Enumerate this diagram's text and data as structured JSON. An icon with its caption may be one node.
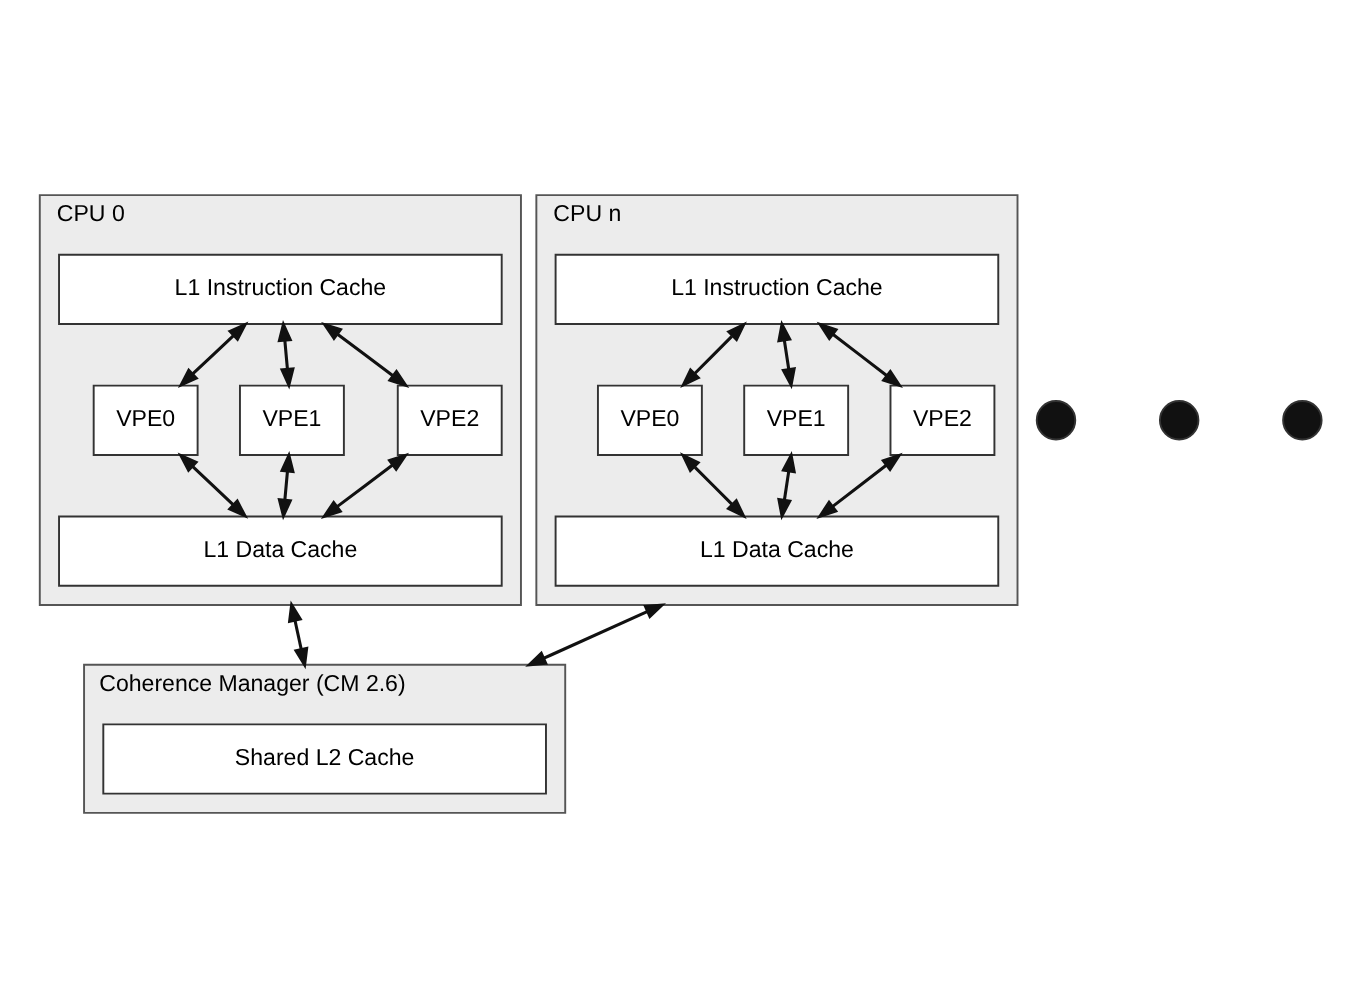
{
  "diagram": {
    "nodes": [
      {
        "text": [
          "CPU 0"
        ]
      },
      {
        "text": [
          "L1 Instruction Cache"
        ],
        "in": 0
      },
      {
        "text": [
          "VPE0"
        ],
        "in": 0
      },
      {
        "text": [
          "VPE1"
        ],
        "in": 0
      },
      {
        "text": [
          "VPE2"
        ],
        "in": 0
      },
      {
        "text": [
          "L1 Data Cache"
        ],
        "in": 0
      },
      {
        "text": [],
        "shape": "circle"
      },
      {
        "text": [],
        "shape": "circle"
      },
      {
        "text": [],
        "shape": "circle"
      },
      {
        "text": [
          "CPU n"
        ]
      },
      {
        "text": [
          "L1 Instruction Cache"
        ],
        "in": 9
      },
      {
        "text": [
          "VPE0"
        ],
        "in": 9
      },
      {
        "text": [
          "VPE1"
        ],
        "in": 9
      },
      {
        "text": [
          "VPE2"
        ],
        "in": 9
      },
      {
        "text": [
          "L1 Data Cache"
        ],
        "in": 9
      },
      {
        "text": [
          "Coherence Manager (CM 2.6)"
        ]
      },
      {
        "text": [
          "Shared L2 Cache"
        ],
        "in": 15
      }
    ],
    "edges": [
      {
        "from": 1,
        "to": 2,
        "arrow": "both"
      },
      {
        "from": 1,
        "to": 3,
        "arrow": "both"
      },
      {
        "from": 1,
        "to": 4,
        "arrow": "both"
      },
      {
        "from": 2,
        "to": 5,
        "arrow": "both"
      },
      {
        "from": 3,
        "to": 5,
        "arrow": "both"
      },
      {
        "from": 4,
        "to": 5,
        "arrow": "both"
      },
      {
        "from": 10,
        "to": 11,
        "arrow": "both"
      },
      {
        "from": 10,
        "to": 12,
        "arrow": "both"
      },
      {
        "from": 10,
        "to": 13,
        "arrow": "both"
      },
      {
        "from": 11,
        "to": 14,
        "arrow": "both"
      },
      {
        "from": 12,
        "to": 14,
        "arrow": "both"
      },
      {
        "from": 13,
        "to": 14,
        "arrow": "both"
      },
      {
        "from": 0,
        "to": 15,
        "arrow": "both"
      },
      {
        "from": 9,
        "to": 15,
        "arrow": "both"
      }
    ]
  }
}
